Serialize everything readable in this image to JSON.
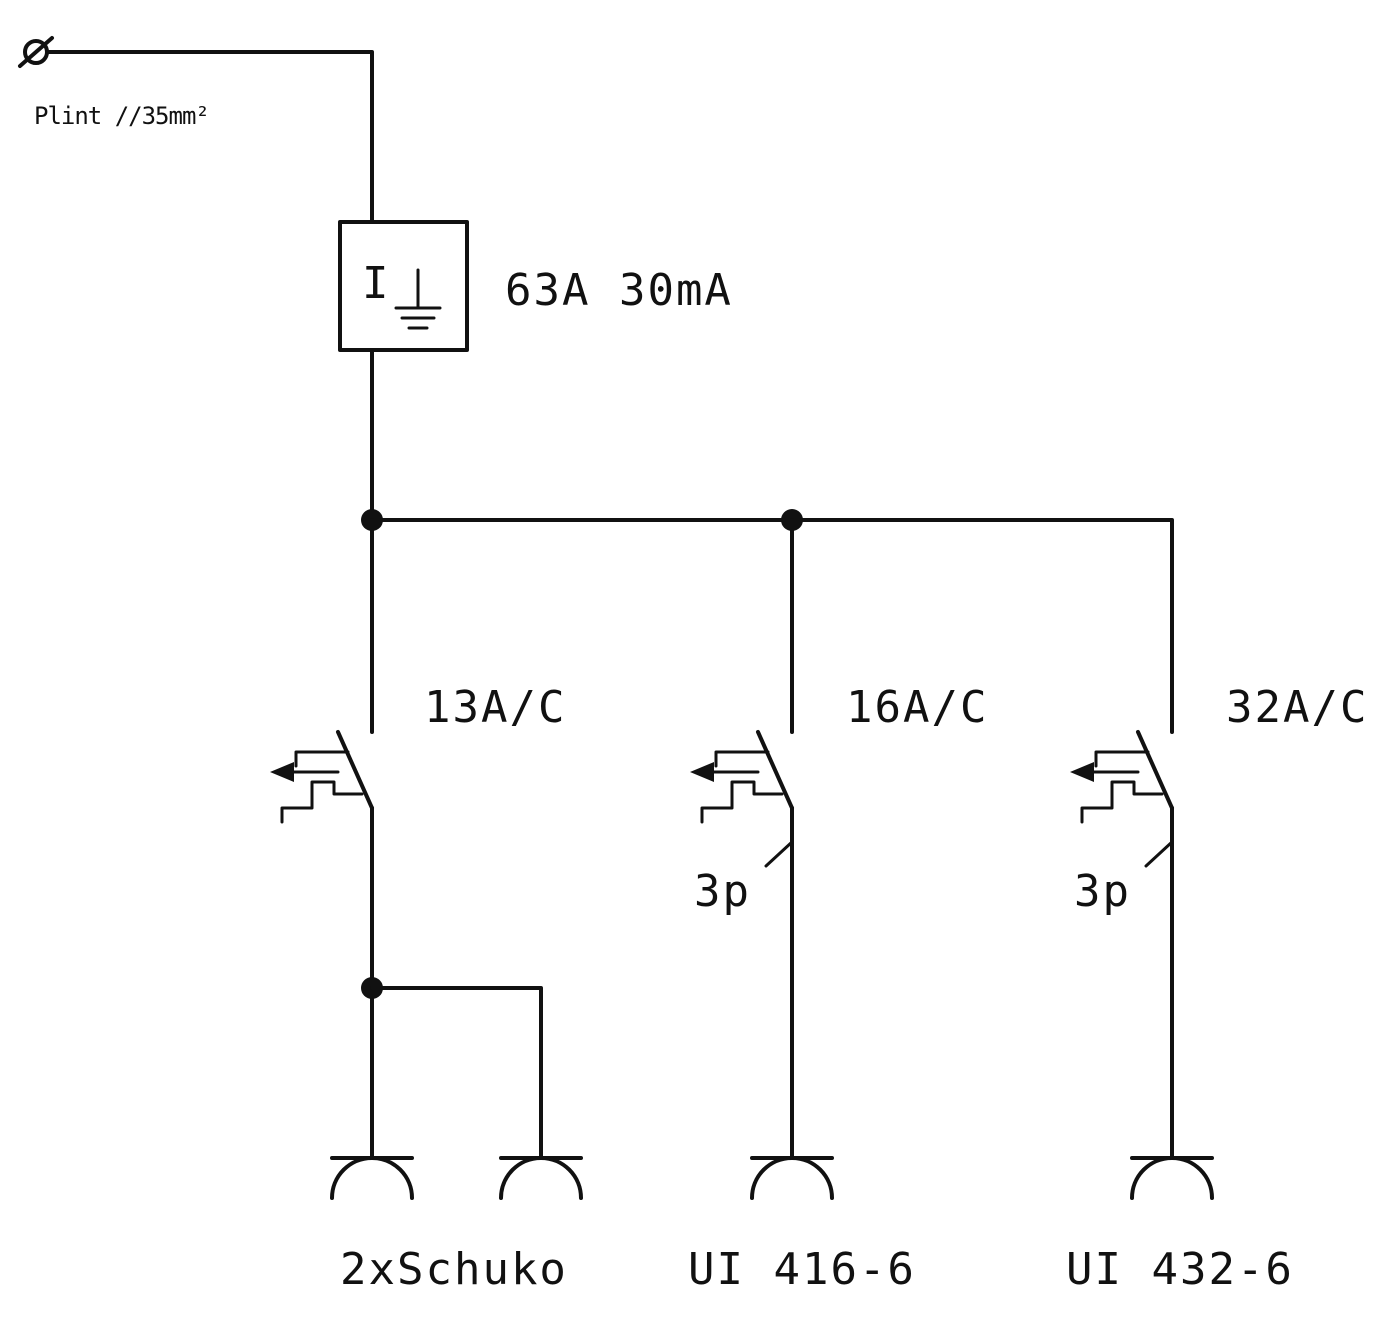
{
  "terminal": {
    "symbol": "⌀",
    "label": "Plint //35mm²"
  },
  "rcd": {
    "symbol_i": "I",
    "rating": "63A 30mA"
  },
  "breakers": [
    {
      "rating": "13A/C",
      "poles": ""
    },
    {
      "rating": "16A/C",
      "poles": "3p"
    },
    {
      "rating": "32A/C",
      "poles": "3p"
    }
  ],
  "outputs": [
    {
      "label": "2xSchuko"
    },
    {
      "label": "UI 416-6"
    },
    {
      "label": "UI 432-6"
    }
  ]
}
